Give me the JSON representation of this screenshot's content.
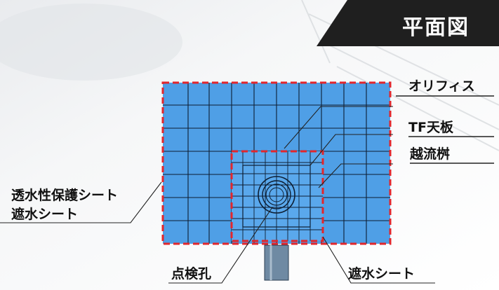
{
  "header": {
    "title": "平面図"
  },
  "labels": {
    "orifice": "オリフィス",
    "tf_top_plate": "TF天板",
    "overflow_basin": "越流桝",
    "permeable_sheet": "透水性保護シート",
    "waterproof_sheet_left": "遮水シート",
    "inspection_hole": "点検孔",
    "waterproof_sheet_bottom": "遮水シート"
  },
  "colors": {
    "tile_fill": "#4f9fe6",
    "grid_line": "#0d1e33",
    "dashed_border": "#e2262c",
    "banner": "#1f1f1f",
    "pipe": "#6f8aa3"
  }
}
